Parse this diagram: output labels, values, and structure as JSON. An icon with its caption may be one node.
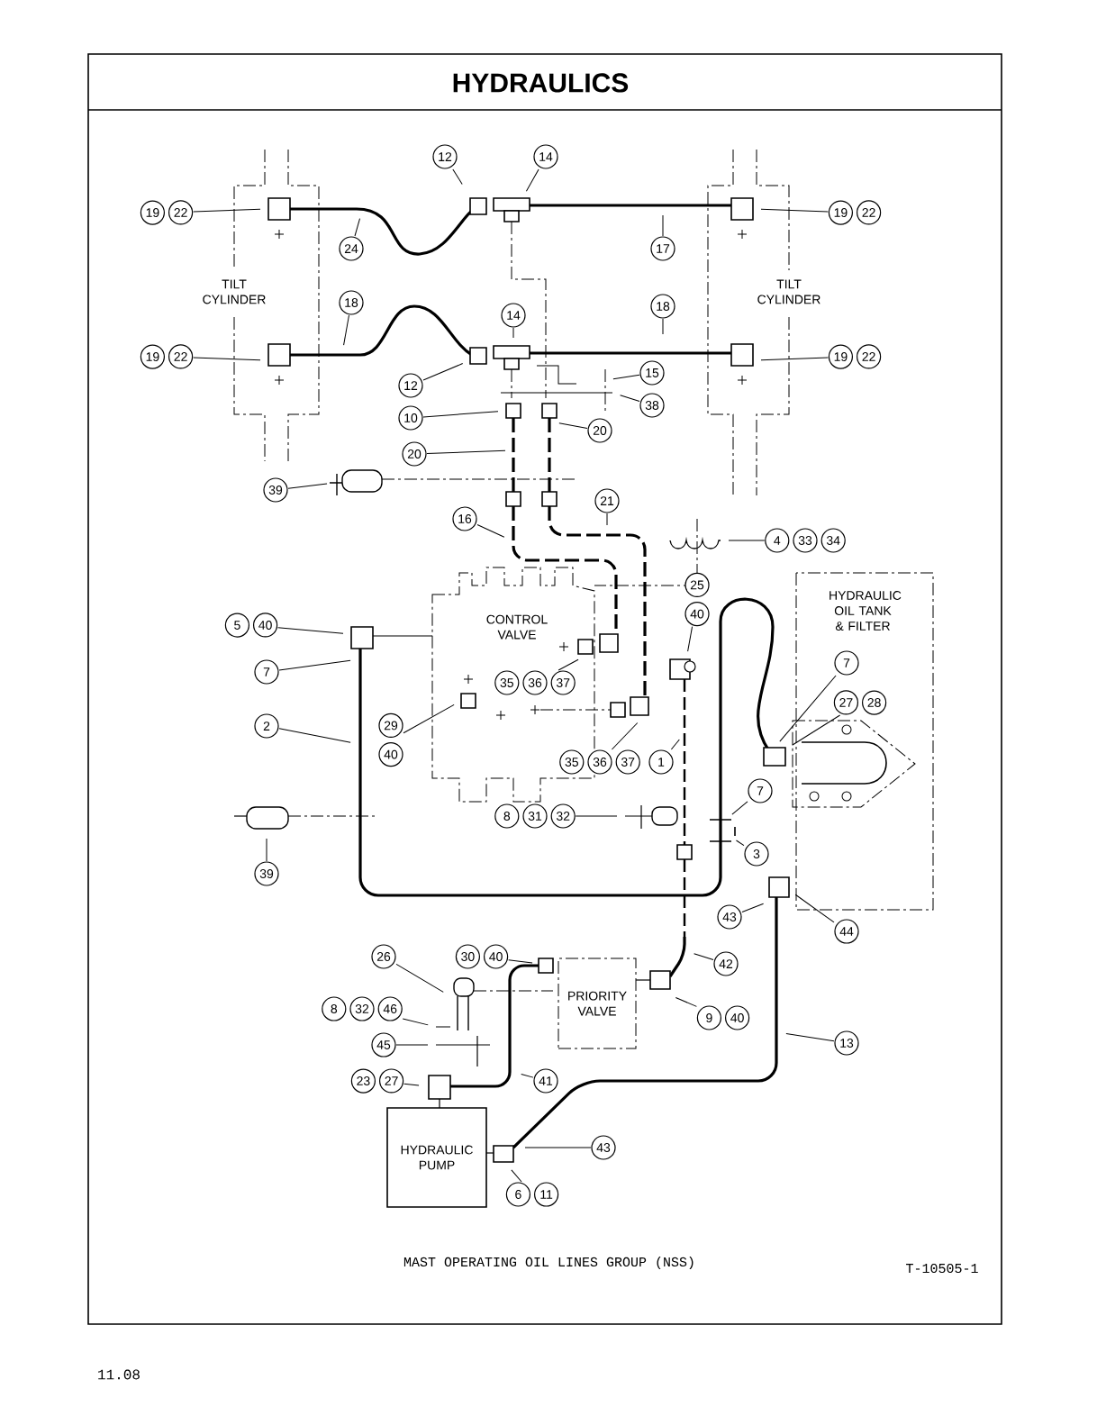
{
  "diagram": {
    "title": "HYDRAULICS",
    "caption": "MAST OPERATING OIL LINES GROUP (NSS)",
    "nodes": [
      {
        "text": [
          "TILT CYLINDER"
        ]
      },
      {
        "text": [
          "TILT CYLINDER"
        ]
      },
      {
        "text": [
          "CONTROL VALVE"
        ]
      },
      {
        "text": [
          "HYDRAULIC OIL TANK & FILTER"
        ]
      },
      {
        "text": [
          "PRIORITY VALVE"
        ]
      },
      {
        "text": [
          "HYDRAULIC PUMP"
        ]
      },
      {
        "text": [
          "12"
        ]
      },
      {
        "text": [
          "14"
        ]
      },
      {
        "text": [
          "19",
          "22"
        ]
      },
      {
        "text": [
          "19",
          "22"
        ]
      },
      {
        "text": [
          "24"
        ]
      },
      {
        "text": [
          "17"
        ]
      },
      {
        "text": [
          "18"
        ]
      },
      {
        "text": [
          "14"
        ]
      },
      {
        "text": [
          "18"
        ]
      },
      {
        "text": [
          "19",
          "22"
        ]
      },
      {
        "text": [
          "19",
          "22"
        ]
      },
      {
        "text": [
          "15"
        ]
      },
      {
        "text": [
          "12"
        ]
      },
      {
        "text": [
          "38"
        ]
      },
      {
        "text": [
          "10"
        ]
      },
      {
        "text": [
          "20"
        ]
      },
      {
        "text": [
          "20"
        ]
      },
      {
        "text": [
          "39"
        ]
      },
      {
        "text": [
          "21"
        ]
      },
      {
        "text": [
          "16"
        ]
      },
      {
        "text": [
          "4",
          "33",
          "34"
        ]
      },
      {
        "text": [
          "25",
          "40"
        ]
      },
      {
        "text": [
          "5",
          "40"
        ]
      },
      {
        "text": [
          "7"
        ]
      },
      {
        "text": [
          "7"
        ]
      },
      {
        "text": [
          "35",
          "36",
          "37"
        ]
      },
      {
        "text": [
          "27",
          "28"
        ]
      },
      {
        "text": [
          "2"
        ]
      },
      {
        "text": [
          "29",
          "40"
        ]
      },
      {
        "text": [
          "35",
          "36",
          "37"
        ]
      },
      {
        "text": [
          "1"
        ]
      },
      {
        "text": [
          "7"
        ]
      },
      {
        "text": [
          "8",
          "31",
          "32"
        ]
      },
      {
        "text": [
          "3"
        ]
      },
      {
        "text": [
          "39"
        ]
      },
      {
        "text": [
          "43"
        ]
      },
      {
        "text": [
          "44"
        ]
      },
      {
        "text": [
          "26"
        ]
      },
      {
        "text": [
          "30",
          "40"
        ]
      },
      {
        "text": [
          "42"
        ]
      },
      {
        "text": [
          "8",
          "32",
          "46"
        ]
      },
      {
        "text": [
          "9",
          "40"
        ]
      },
      {
        "text": [
          "13"
        ]
      },
      {
        "text": [
          "45"
        ]
      },
      {
        "text": [
          "23",
          "27"
        ]
      },
      {
        "text": [
          "41"
        ]
      },
      {
        "text": [
          "43"
        ]
      },
      {
        "text": [
          "6",
          "11"
        ]
      }
    ],
    "edges": [
      {
        "from": 6,
        "to": null,
        "arrow": "none"
      },
      {
        "from": 7,
        "to": null,
        "arrow": "none"
      },
      {
        "from": 8,
        "to": null,
        "arrow": "none"
      },
      {
        "from": 9,
        "to": null,
        "arrow": "none"
      },
      {
        "from": 10,
        "to": null,
        "arrow": "none"
      },
      {
        "from": 11,
        "to": null,
        "arrow": "none"
      },
      {
        "from": 12,
        "to": null,
        "arrow": "none"
      },
      {
        "from": 13,
        "to": null,
        "arrow": "none"
      },
      {
        "from": 14,
        "to": null,
        "arrow": "none"
      },
      {
        "from": 15,
        "to": null,
        "arrow": "none"
      },
      {
        "from": 16,
        "to": null,
        "arrow": "none"
      },
      {
        "from": 17,
        "to": null,
        "arrow": "none"
      },
      {
        "from": 18,
        "to": null,
        "arrow": "none"
      },
      {
        "from": 19,
        "to": null,
        "arrow": "none"
      },
      {
        "from": 20,
        "to": null,
        "arrow": "none"
      },
      {
        "from": 21,
        "to": null,
        "arrow": "none"
      },
      {
        "from": 22,
        "to": null,
        "arrow": "none"
      },
      {
        "from": 23,
        "to": null,
        "arrow": "none"
      },
      {
        "from": 24,
        "to": null,
        "arrow": "none"
      },
      {
        "from": 25,
        "to": null,
        "arrow": "none"
      },
      {
        "from": 26,
        "to": null,
        "arrow": "none"
      },
      {
        "from": 27,
        "to": null,
        "arrow": "none"
      },
      {
        "from": 28,
        "to": null,
        "arrow": "none"
      },
      {
        "from": 29,
        "to": null,
        "arrow": "none"
      },
      {
        "from": 30,
        "to": null,
        "arrow": "none"
      },
      {
        "from": 31,
        "to": null,
        "arrow": "none"
      },
      {
        "from": 32,
        "to": null,
        "arrow": "none"
      },
      {
        "from": 33,
        "to": null,
        "arrow": "none"
      },
      {
        "from": 34,
        "to": null,
        "arrow": "none"
      },
      {
        "from": 35,
        "to": null,
        "arrow": "none"
      },
      {
        "from": 36,
        "to": null,
        "arrow": "none"
      },
      {
        "from": 37,
        "to": null,
        "arrow": "none"
      },
      {
        "from": 38,
        "to": null,
        "arrow": "none"
      },
      {
        "from": 39,
        "to": null,
        "arrow": "none"
      },
      {
        "from": 40,
        "to": null,
        "arrow": "none"
      },
      {
        "from": 41,
        "to": null,
        "arrow": "none"
      },
      {
        "from": 42,
        "to": null,
        "arrow": "none"
      },
      {
        "from": 43,
        "to": null,
        "arrow": "none"
      },
      {
        "from": 44,
        "to": null,
        "arrow": "none"
      },
      {
        "from": 45,
        "to": null,
        "arrow": "none"
      },
      {
        "from": 46,
        "to": null,
        "arrow": "none"
      },
      {
        "from": 47,
        "to": null,
        "arrow": "none"
      },
      {
        "from": 48,
        "to": null,
        "arrow": "none"
      },
      {
        "from": 49,
        "to": null,
        "arrow": "none"
      },
      {
        "from": 50,
        "to": null,
        "arrow": "none"
      },
      {
        "from": 51,
        "to": null,
        "arrow": "none"
      },
      {
        "from": 52,
        "to": null,
        "arrow": "none"
      },
      {
        "from": 53,
        "to": null,
        "arrow": "none"
      }
    ],
    "labels": [
      "T-10505-1",
      "11.08"
    ]
  }
}
